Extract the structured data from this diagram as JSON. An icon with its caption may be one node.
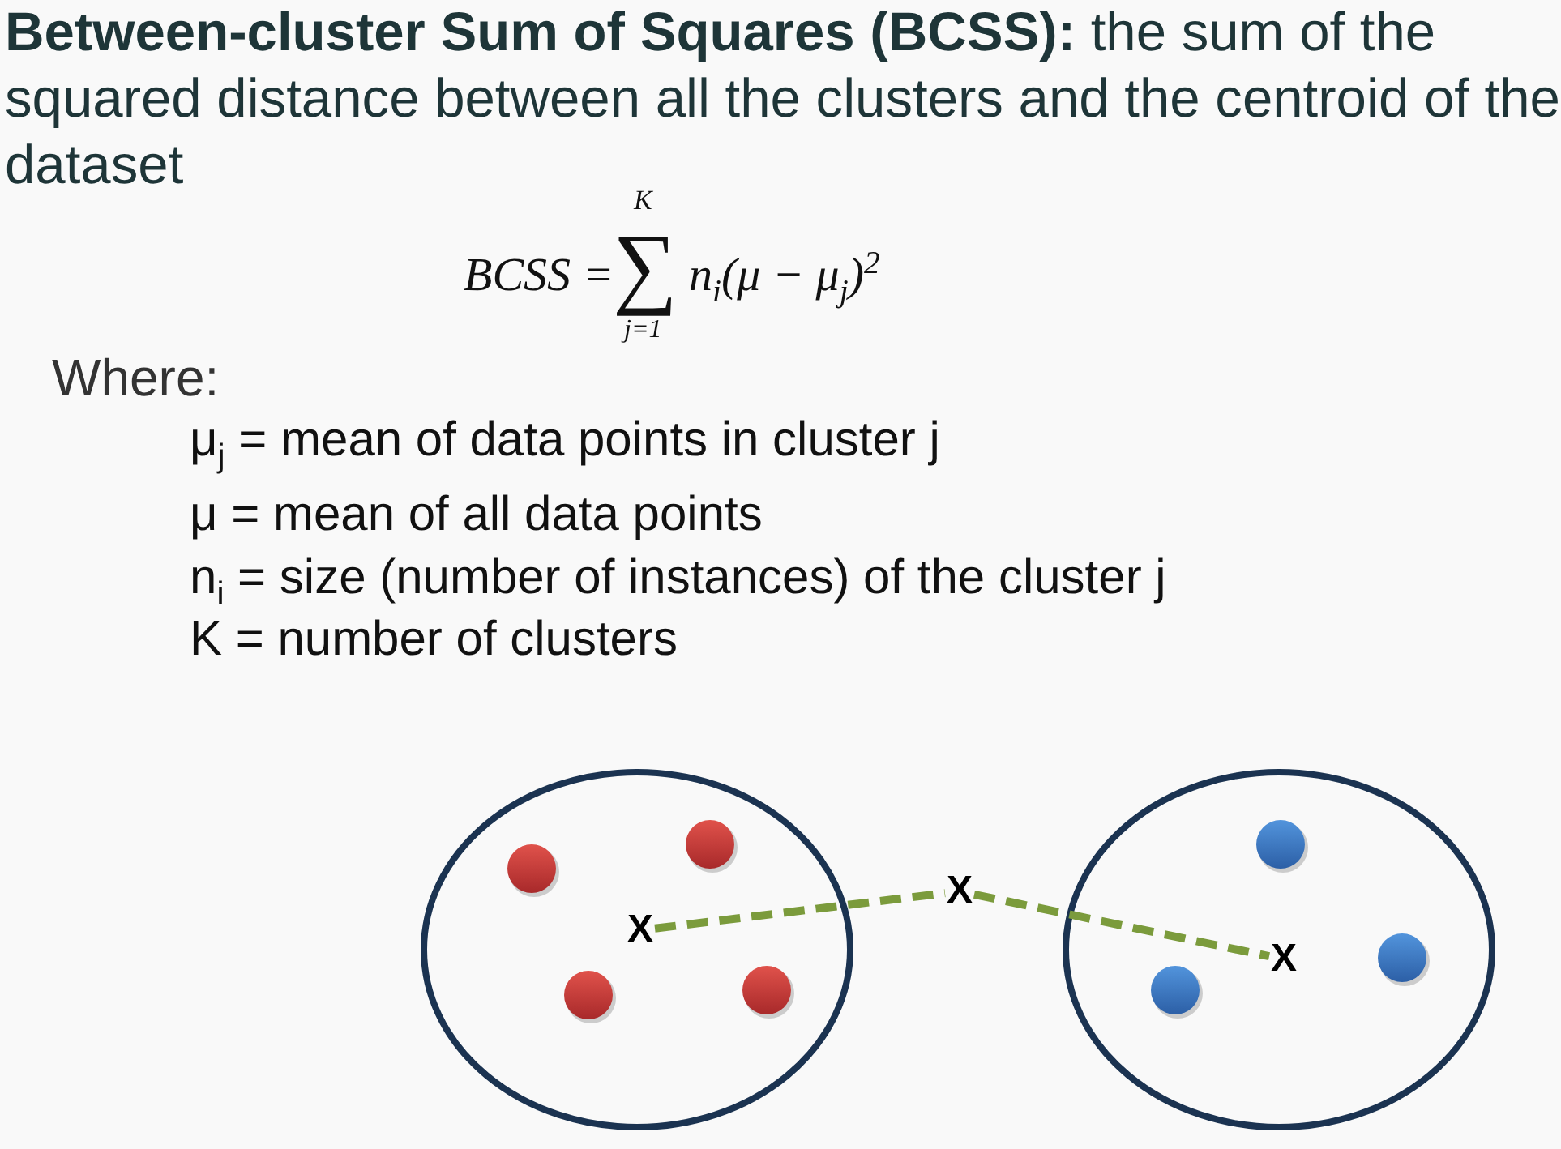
{
  "diagram": {
    "title": "**Between-cluster Sum of Squares (BCSS):** the sum of the squared distance between all the clusters and the centroid of the dataset",
    "nodes": [
      {
        "text": [],
        "shape": "circle"
      },
      {
        "text": [
          "X"
        ],
        "in": 0
      },
      {
        "text": [
          "X"
        ]
      },
      {
        "text": [],
        "shape": "circle"
      },
      {
        "text": [
          "X"
        ],
        "in": 3
      }
    ],
    "edges": [
      {
        "from": 1,
        "to": 2,
        "arrow": "none",
        "style": "dashed"
      },
      {
        "from": 2,
        "to": 4,
        "arrow": "none",
        "style": "dashed"
      }
    ],
    "labels": [
      "BCSS =",
      "K",
      "∑",
      "j=1",
      "n$_{i}$(μ − μ$_{j}$)$^{2}$",
      "Where:",
      "μ$_{j}$ = mean of data points in cluster j",
      "μ = mean of all data points",
      "n$_{i}$ = size (number of instances) of the cluster j",
      "K = number of clusters"
    ]
  }
}
